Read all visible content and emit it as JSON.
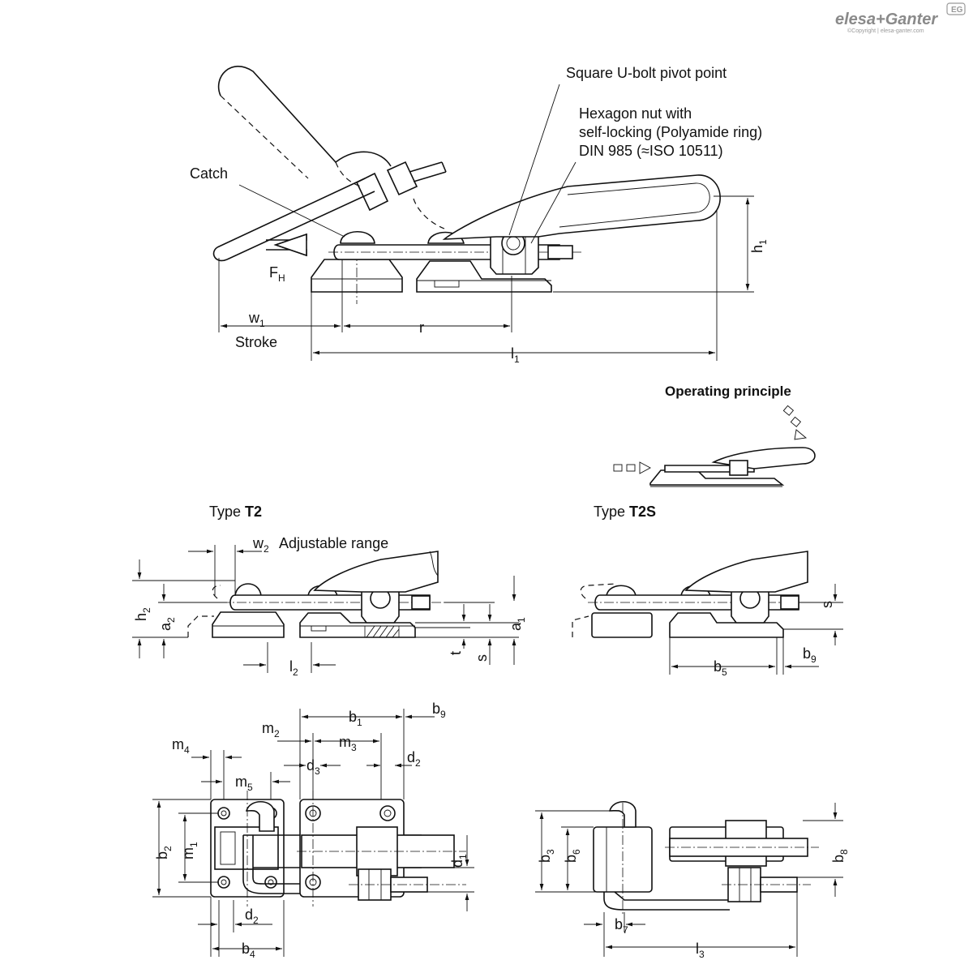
{
  "brand": {
    "logo_text": "elesa+Ganter",
    "badge": "EG",
    "copyright": "©Copyright | elesa-ganter.com"
  },
  "callouts": {
    "pivot": "Square U-bolt pivot point",
    "nut_line1": "Hexagon nut with",
    "nut_line2": "self-locking (Polyamide ring)",
    "nut_line3": "DIN 985 (≈ISO 10511)",
    "catch": "Catch",
    "stroke": "Stroke",
    "operating_principle": "Operating principle",
    "adjustable_range": "Adjustable range"
  },
  "types": {
    "t2_prefix": "Type ",
    "t2_code": "T2",
    "t2s_prefix": "Type ",
    "t2s_code": "T2S"
  },
  "dims": {
    "w1": {
      "base": "w",
      "sub": "1"
    },
    "r": {
      "base": "r",
      "sub": ""
    },
    "l1": {
      "base": "l",
      "sub": "1"
    },
    "h1": {
      "base": "h",
      "sub": "1"
    },
    "fh": {
      "base": "F",
      "sub": "H"
    },
    "w2": {
      "base": "w",
      "sub": "2"
    },
    "h2": {
      "base": "h",
      "sub": "2"
    },
    "a2": {
      "base": "a",
      "sub": "2"
    },
    "a1": {
      "base": "a",
      "sub": "1"
    },
    "l2": {
      "base": "l",
      "sub": "2"
    },
    "t": {
      "base": "t",
      "sub": ""
    },
    "s": {
      "base": "s",
      "sub": ""
    },
    "s_t2s": {
      "base": "s",
      "sub": ""
    },
    "b5": {
      "base": "b",
      "sub": "5"
    },
    "b9_t2s": {
      "base": "b",
      "sub": "9"
    },
    "b1": {
      "base": "b",
      "sub": "1"
    },
    "b9": {
      "base": "b",
      "sub": "9"
    },
    "m2": {
      "base": "m",
      "sub": "2"
    },
    "m3": {
      "base": "m",
      "sub": "3"
    },
    "m4": {
      "base": "m",
      "sub": "4"
    },
    "d3": {
      "base": "d",
      "sub": "3"
    },
    "d2_top": {
      "base": "d",
      "sub": "2"
    },
    "m5": {
      "base": "m",
      "sub": "5"
    },
    "b2": {
      "base": "b",
      "sub": "2"
    },
    "m1": {
      "base": "m",
      "sub": "1"
    },
    "d1": {
      "base": "d",
      "sub": "1"
    },
    "d2_bottom": {
      "base": "d",
      "sub": "2"
    },
    "b4": {
      "base": "b",
      "sub": "4"
    },
    "b3": {
      "base": "b",
      "sub": "3"
    },
    "b6": {
      "base": "b",
      "sub": "6"
    },
    "b8": {
      "base": "b",
      "sub": "8"
    },
    "b7": {
      "base": "b",
      "sub": "7"
    },
    "l3": {
      "base": "l",
      "sub": "3"
    }
  }
}
